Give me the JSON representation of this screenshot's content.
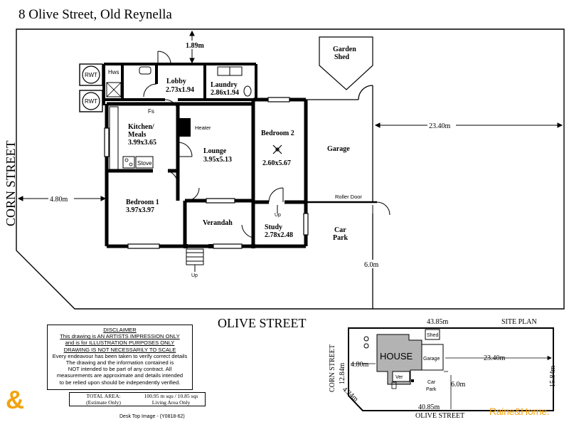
{
  "title": "8 Olive Street, Old Reynella",
  "streets": {
    "corn": "CORN STREET",
    "olive": "OLIVE STREET"
  },
  "rooms": {
    "lobby": {
      "name": "Lobby",
      "dims": "2.73x1.94"
    },
    "laundry": {
      "name": "Laundry",
      "dims": "2.86x1.94"
    },
    "kitchen": {
      "name1": "Kitchen/",
      "name2": "Meals",
      "dims": "3.99x3.65"
    },
    "lounge": {
      "name": "Lounge",
      "dims": "3.95x5.13"
    },
    "bedroom1": {
      "name": "Bedroom 1",
      "dims": "3.97x3.97"
    },
    "bedroom2": {
      "name": "Bedroom 2",
      "dims": "2.60x5.67"
    },
    "study": {
      "name": "Study",
      "dims": "2.78x2.48"
    },
    "verandah": {
      "name": "Verandah"
    },
    "garage": {
      "name": "Garage"
    },
    "carpark": {
      "name1": "Car",
      "name2": "Park"
    },
    "shed": {
      "name1": "Garden",
      "name2": "Shed"
    }
  },
  "fixtures": {
    "rwt1": "RWT",
    "rwt2": "RWT",
    "hws": "Hws",
    "fs": "Fs",
    "heater": "Heater",
    "stove": "Stove",
    "roller": "Roller Door",
    "up1": "Up",
    "up2": "Up"
  },
  "dimensions": {
    "top": "1.89m",
    "left": "4.80m",
    "right": "23.40m",
    "carpark": "6.0m"
  },
  "disclaimer": {
    "heading": "DISCLAIMER",
    "line1": "This drawing is AN ARTISTS IMPRESSION ONLY",
    "line2": "and is for ILLUSTRATION PURPOSES ONLY",
    "line3": "DRAWING IS NOT NECESSARILY TO SCALE",
    "line4": "Every endeavour has been taken to verify correct details",
    "line5": "The drawing and the information contained is",
    "line6": "NOT intended to be part of any contract. All",
    "line7": "measurements are approximate and details intended",
    "line8": "to be relied upon should be independently verified."
  },
  "area": {
    "label1": "TOTAL AREA:",
    "label2": "(Estimate Only)",
    "value1": "100.95 m squ / 10.85 sqs",
    "value2": "Living Area Only"
  },
  "footer": "Desk Top Image - (Y0818-62)",
  "site_plan": {
    "title": "SITE PLAN",
    "top": "43.85m",
    "bottom": "40.85m",
    "left": "12.84m",
    "right": "15.84m",
    "diag": "4.24m",
    "setback": "4.80m",
    "garage_dist": "23.40m",
    "carpark": "6.0m",
    "house": "HOUSE",
    "shed": "Shed",
    "garage": "Garage",
    "ver": "Ver",
    "car1": "Car",
    "car2": "Park",
    "corn": "CORN STREET",
    "olive": "OLIVE STREET"
  },
  "brand": "Raine&Horne.",
  "brand_mark": "&",
  "colors": {
    "brand": "#f2a30f",
    "house": "#b3b3b3"
  }
}
